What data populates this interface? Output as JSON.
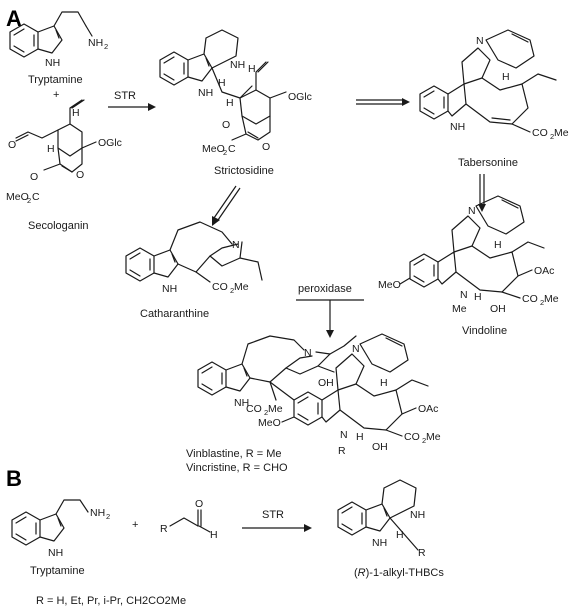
{
  "panels": {
    "a": "A",
    "b": "B"
  },
  "compounds": {
    "tryptamine": "Tryptamine",
    "secologanin": "Secologanin",
    "strictosidine": "Strictosidine",
    "tabersonine": "Tabersonine",
    "catharanthine": "Catharanthine",
    "vindoline": "Vindoline",
    "vinblastine": "Vinblastine, R = Me",
    "vincristine": "Vincristine, R = CHO",
    "tryptamine_b": "Tryptamine",
    "thbc_prefix": "(",
    "thbc_r": "R",
    "thbc_suffix": ")-1-alkyl-THBCs"
  },
  "plus": "+",
  "reagents": {
    "str_a": "STR",
    "str_b": "STR",
    "peroxidase": "peroxidase"
  },
  "r_groups": "R = H, Et, Pr, i-Pr, CH2CO2Me",
  "atoms": {
    "nh": "NH",
    "h": "H",
    "n": "N",
    "o": "O",
    "r": "R",
    "oglc": "OGlc",
    "meo": "MeO",
    "me": "Me",
    "oh": "OH",
    "oac": "OAc",
    "nh2": "NH",
    "two": "2",
    "meo2c": "MeO",
    "o2c": "C",
    "co2me": "CO",
    "me_end": "Me"
  }
}
